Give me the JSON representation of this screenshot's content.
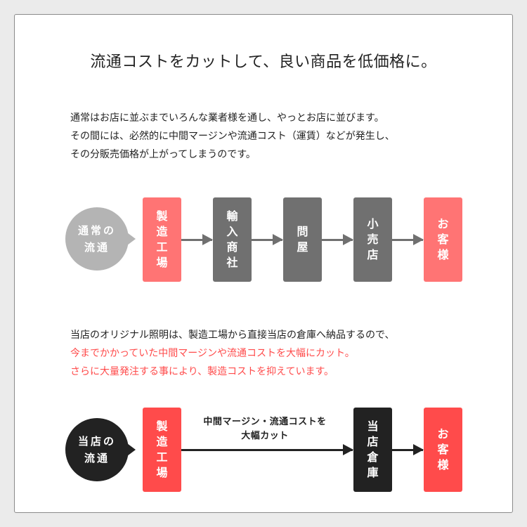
{
  "title": "流通コストをカットして、良い商品を低価格に。",
  "intro": {
    "lines": [
      "通常はお店に並ぶまでいろんな業者様を通し、やっとお店に並びます。",
      "その間には、必然的に中間マージンや流通コスト（運賃）などが発生し、",
      "その分販売価格が上がってしまうのです。"
    ]
  },
  "normal_flow": {
    "bubble": [
      "通常の",
      "流通"
    ],
    "steps": [
      {
        "chars": [
          "製",
          "造",
          "工",
          "場"
        ]
      },
      {
        "chars": [
          "輸",
          "入",
          "商",
          "社"
        ]
      },
      {
        "chars": [
          "問",
          "屋"
        ]
      },
      {
        "chars": [
          "小",
          "売",
          "店"
        ]
      },
      {
        "chars": [
          "お",
          "客",
          "様"
        ]
      }
    ]
  },
  "our_description": {
    "lines": [
      "当店のオリジナル照明は、製造工場から直接当店の倉庫へ納品するので、",
      "今までかかっていた中間マージンや流通コストを大幅にカット。",
      "さらに大量発注する事により、製造コストを抑えています。"
    ]
  },
  "our_flow": {
    "bubble": [
      "当店の",
      "流通"
    ],
    "cut_label": [
      "中間マージン・流通コストを",
      "大幅カット"
    ],
    "steps": [
      {
        "chars": [
          "製",
          "造",
          "工",
          "場"
        ]
      },
      {
        "chars": [
          "当",
          "店",
          "倉",
          "庫"
        ]
      },
      {
        "chars": [
          "お",
          "客",
          "様"
        ]
      }
    ]
  },
  "colors": {
    "background": "#ebebeb",
    "card": "#ffffff",
    "pink": "#ff7474",
    "red": "#ff4b4b",
    "gray_box": "#707070",
    "gray_bubble": "#b4b4b4",
    "dark": "#222222",
    "red_text": "#ff4b4b"
  }
}
